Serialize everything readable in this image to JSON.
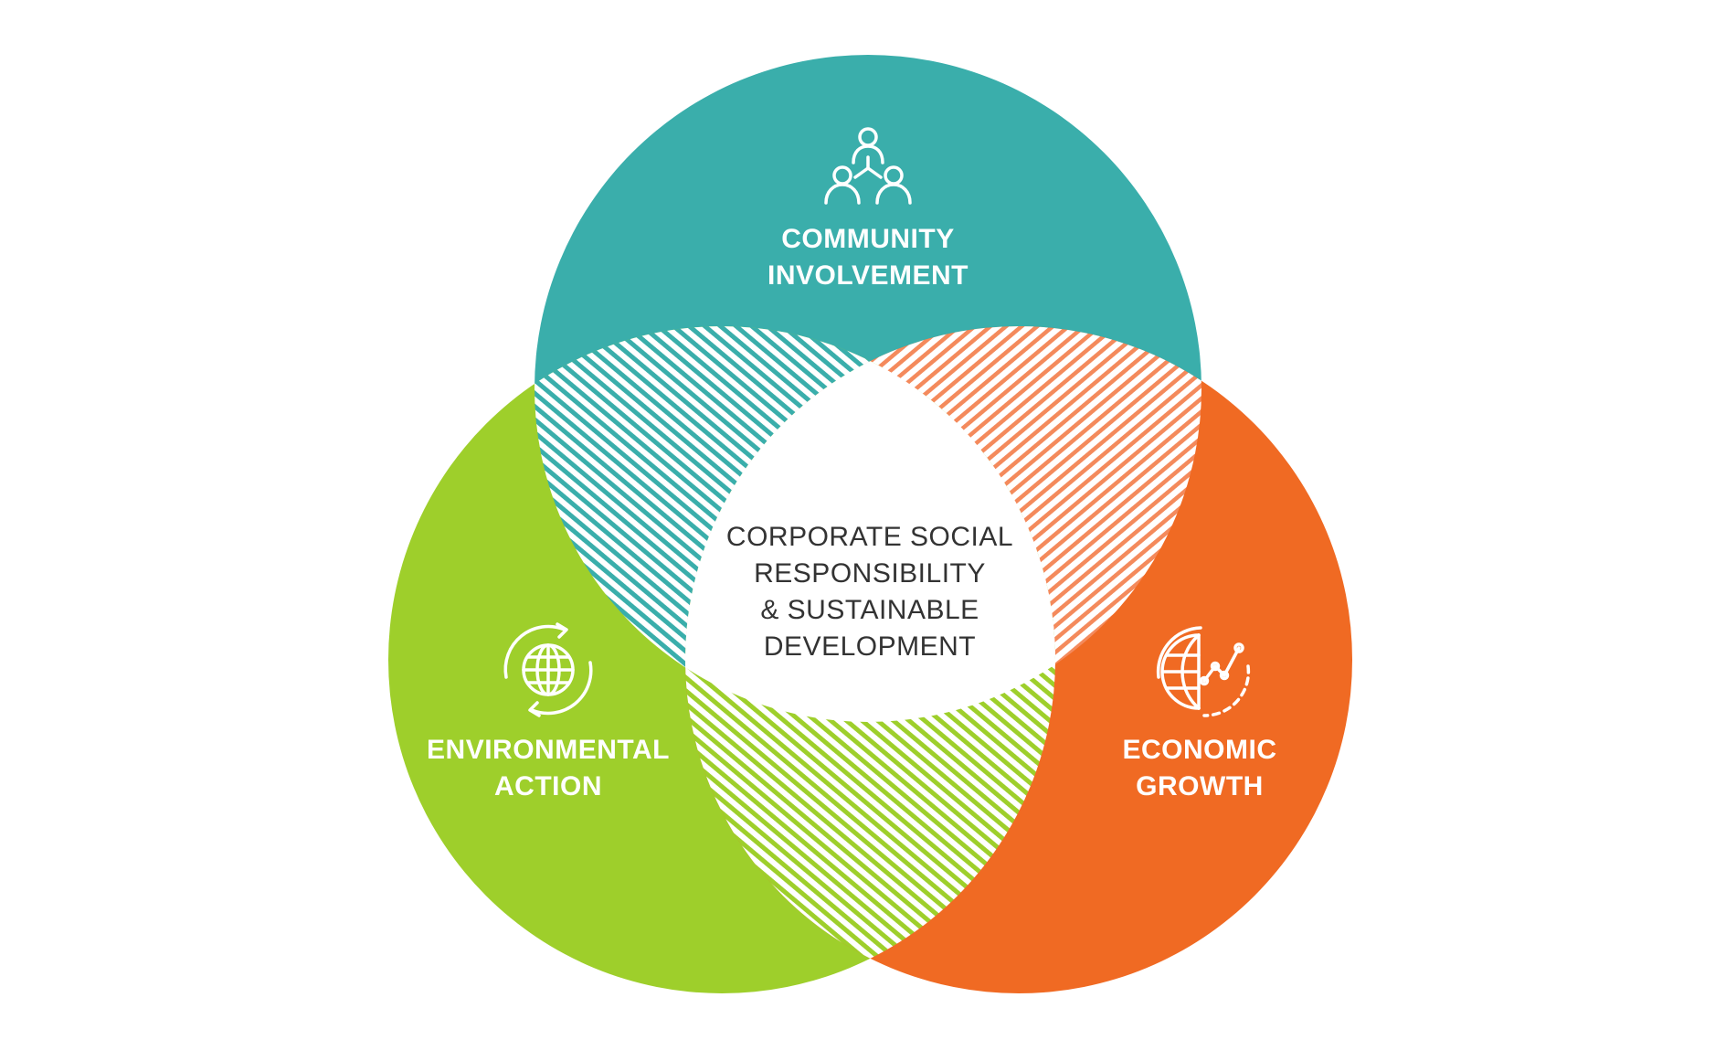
{
  "colors": {
    "community": "#3aaeab",
    "environmental": "#9ecf2b",
    "economic": "#f06a23",
    "center_fill": "#ffffff",
    "center_text": "#333333",
    "label_text": "#ffffff"
  },
  "community": {
    "icon": "people-network-icon",
    "label_line1": "COMMUNITY",
    "label_line2": "INVOLVEMENT"
  },
  "environmental": {
    "icon": "globe-cycle-icon",
    "label_line1": "ENVIRONMENTAL",
    "label_line2": "ACTION"
  },
  "economic": {
    "icon": "globe-growth-chart-icon",
    "label_line1": "ECONOMIC",
    "label_line2": "GROWTH"
  },
  "center": {
    "line1": "CORPORATE SOCIAL",
    "line2": "RESPONSIBILITY",
    "line3": "& SUSTAINABLE",
    "line4": "DEVELOPMENT"
  }
}
